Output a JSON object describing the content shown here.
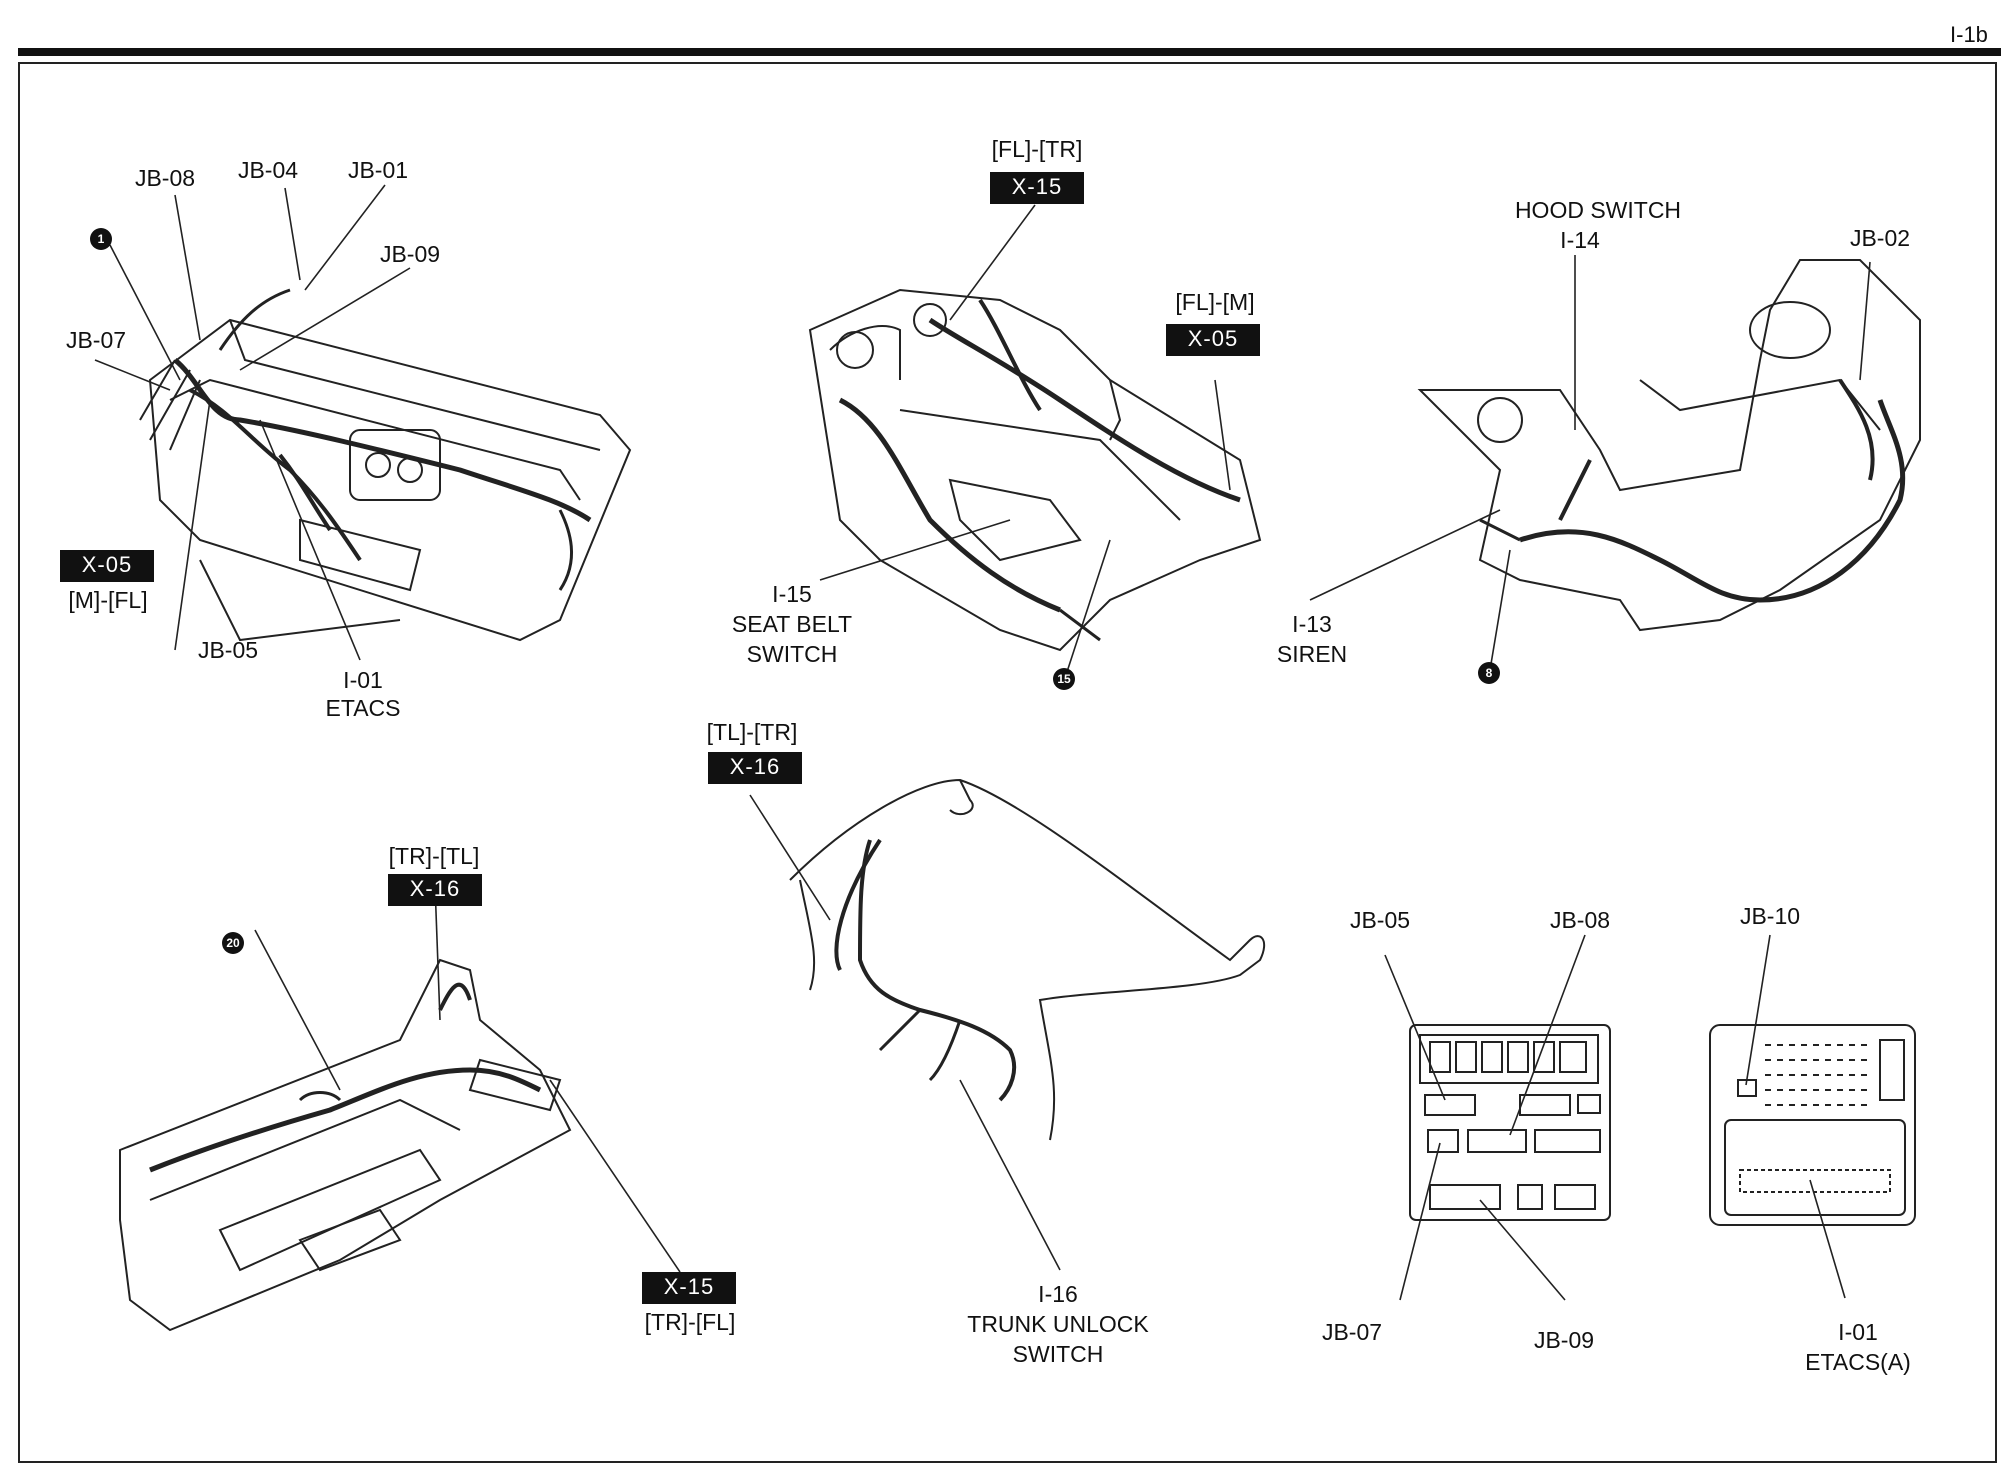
{
  "page_id": "I-1b",
  "labels": {
    "jb08_top": "JB-08",
    "jb04": "JB-04",
    "jb01": "JB-01",
    "jb09_top": "JB-09",
    "jb07_top": "JB-07",
    "m_fl": "[M]-[FL]",
    "jb05_top": "JB-05",
    "i01_code": "I-01",
    "i01_name": "ETACS",
    "fl_tr": "[FL]-[TR]",
    "fl_m": "[FL]-[M]",
    "i15_code": "I-15",
    "i15_name1": "SEAT BELT",
    "i15_name2": "SWITCH",
    "hood1": "HOOD SWITCH",
    "hood2": "I-14",
    "jb02": "JB-02",
    "i13_code": "I-13",
    "i13_name": "SIREN",
    "tl_tr": "[TL]-[TR]",
    "tr_tl": "[TR]-[TL]",
    "tr_fl": "[TR]-[FL]",
    "i16_code": "I-16",
    "i16_name1": "TRUNK UNLOCK",
    "i16_name2": "SWITCH",
    "jb05_bot": "JB-05",
    "jb08_bot": "JB-08",
    "jb10": "JB-10",
    "jb07_bot": "JB-07",
    "jb09_bot": "JB-09",
    "i01a_code": "I-01",
    "i01a_name": "ETACS(A)"
  },
  "connectors": {
    "x05_left": "X-05",
    "x15_top": "X-15",
    "x05_top": "X-05",
    "x16_mid": "X-16",
    "x16_left": "X-16",
    "x15_bot": "X-15"
  },
  "ground_points": {
    "g1": "1",
    "g15": "15",
    "g8": "8",
    "g20": "20"
  }
}
